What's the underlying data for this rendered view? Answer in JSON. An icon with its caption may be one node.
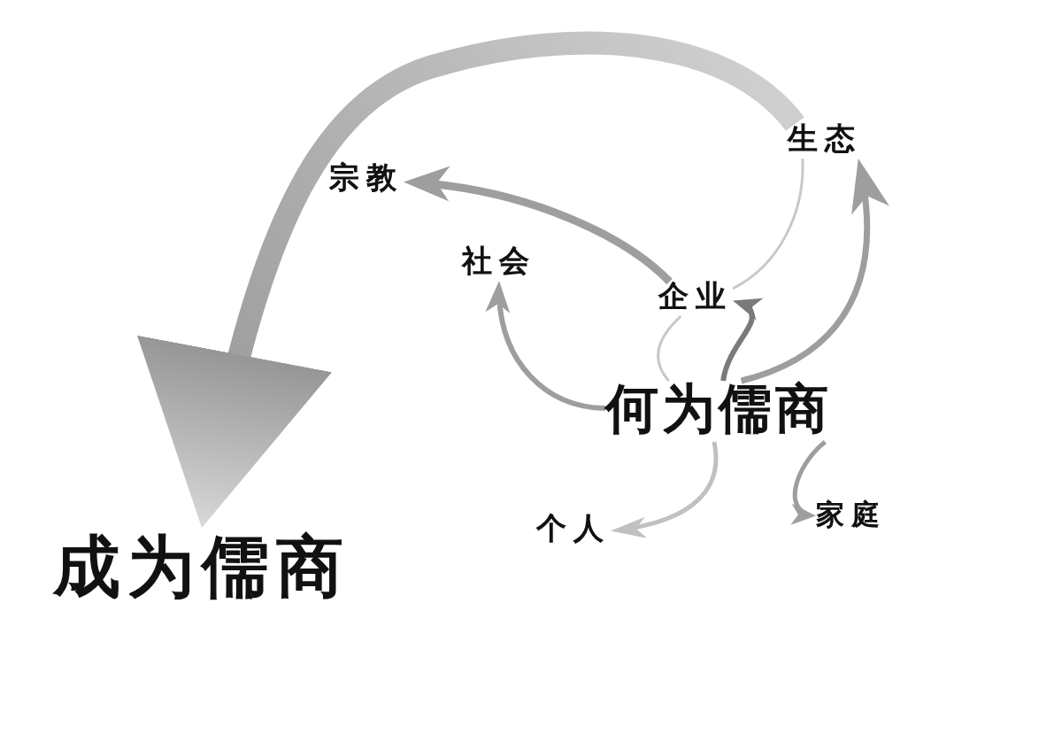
{
  "diagram": {
    "nodes": [
      {
        "text": [
          "何为儒商"
        ]
      },
      {
        "text": [
          "企业"
        ]
      },
      {
        "text": [
          "社会"
        ]
      },
      {
        "text": [
          "宗教"
        ]
      },
      {
        "text": [
          "生态"
        ]
      },
      {
        "text": [
          "个人"
        ]
      },
      {
        "text": [
          "家庭"
        ]
      },
      {
        "text": [
          "成为儒商"
        ]
      }
    ],
    "edges": [
      {
        "from": 0,
        "to": 1,
        "arrow": "to",
        "color": "#7a7a7a"
      },
      {
        "from": 1,
        "to": 0,
        "arrow": "none",
        "color": "#c8c8c8"
      },
      {
        "from": 0,
        "to": 2,
        "arrow": "to"
      },
      {
        "from": 1,
        "to": 3,
        "arrow": "to"
      },
      {
        "from": 1,
        "to": 4,
        "arrow": "none",
        "color": "#c8c8c8"
      },
      {
        "from": 0,
        "to": 4,
        "arrow": "to"
      },
      {
        "from": 0,
        "to": 5,
        "arrow": "to",
        "color": "#c0c0c0"
      },
      {
        "from": 0,
        "to": 6,
        "arrow": "to"
      },
      {
        "from": 4,
        "to": 7,
        "arrow": "to",
        "style": "thick"
      }
    ]
  }
}
